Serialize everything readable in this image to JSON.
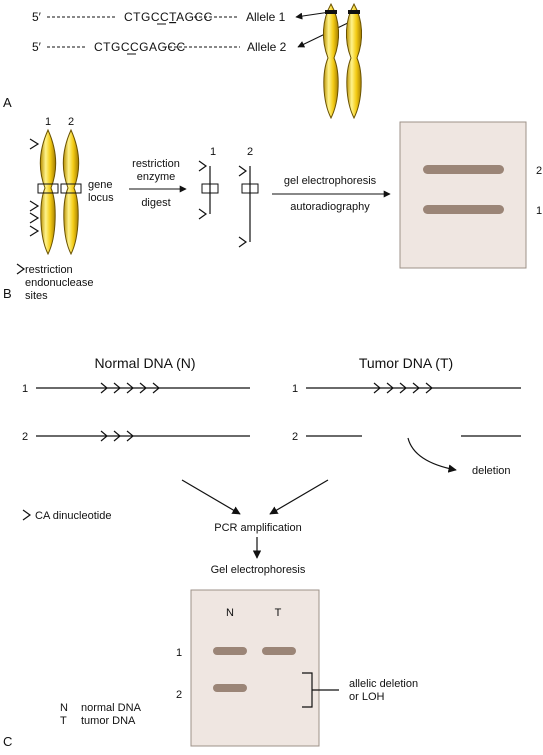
{
  "panel_a": {
    "label": "A",
    "allele1": {
      "prime": "5′",
      "seq_pre": "CTGCC",
      "seq_var": "T",
      "seq_post": "AGCC",
      "name": "Allele 1"
    },
    "allele2": {
      "prime": "5′",
      "seq_pre": "CTGCC",
      "seq_var": "G",
      "seq_post": "AGCC",
      "name": "Allele 2"
    }
  },
  "panel_b": {
    "label": "B",
    "chrom_num1": "1",
    "chrom_num2": "2",
    "gene_locus": [
      "gene",
      "locus"
    ],
    "enzyme_label": [
      "restriction",
      "enzyme"
    ],
    "digest_label": "digest",
    "frag_num1": "1",
    "frag_num2": "2",
    "gel_label": "gel electrophoresis",
    "autorad_label": "autoradiography",
    "band_label_top": "2",
    "band_label_bottom": "1",
    "legend_symbol": ">",
    "legend": [
      "restriction",
      "endonuclease",
      "sites"
    ]
  },
  "panel_c": {
    "label": "C",
    "normal_title": "Normal DNA (N)",
    "tumor_title": "Tumor DNA (T)",
    "line1": "1",
    "line2": "2",
    "tline1": "1",
    "tline2": "2",
    "deletion_label": "deletion",
    "legend_symbol": ">",
    "legend_text": "CA  dinucleotide",
    "pcr_label": "PCR amplification",
    "gel_label": "Gel electrophoresis",
    "lane_n": "N",
    "lane_t": "T",
    "band_row1": "1",
    "band_row2": "2",
    "loh_label": [
      "allelic deletion",
      "or LOH"
    ],
    "key_n": {
      "abbr": "N",
      "text": "normal DNA"
    },
    "key_t": {
      "abbr": "T",
      "text": "tumor DNA"
    }
  },
  "colors": {
    "chromosome_fill": "#f2c400",
    "chromosome_light": "#fff59a",
    "chromosome_edge": "#6a5200",
    "gel_fill": "#efe6e1",
    "gel_border": "#9e9188",
    "band": "#9b8577",
    "line": "#111111"
  }
}
